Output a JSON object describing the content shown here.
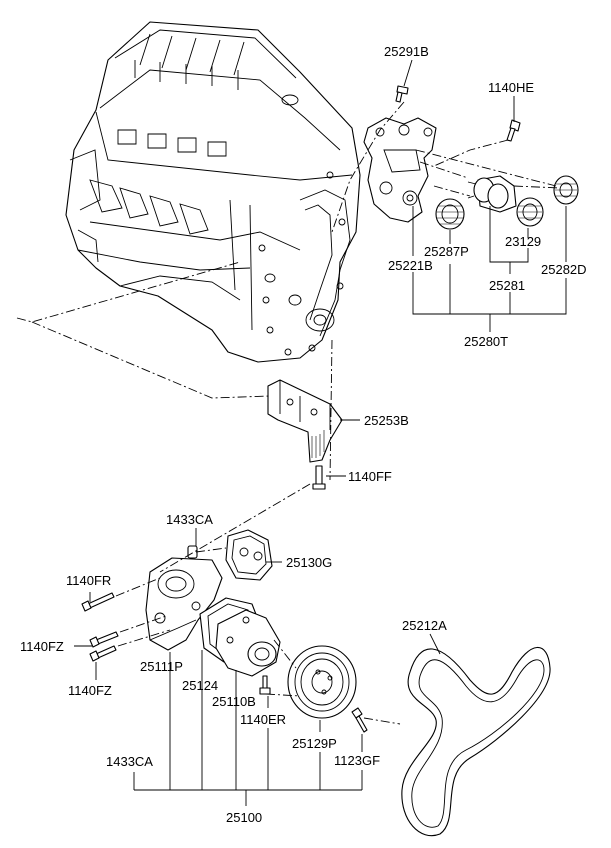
{
  "parts": {
    "p25291B": "25291B",
    "p1140HE": "1140HE",
    "p25287P": "25287P",
    "p23129": "23129",
    "p25221B": "25221B",
    "p25281": "25281",
    "p25282D": "25282D",
    "p25280T": "25280T",
    "p25253B": "25253B",
    "p1140FF": "1140FF",
    "p1433CA_top": "1433CA",
    "p25130G": "25130G",
    "p1140FR": "1140FR",
    "p1140FZ_a": "1140FZ",
    "p1140FZ_b": "1140FZ",
    "p25111P": "25111P",
    "p25124": "25124",
    "p25110B": "25110B",
    "p1140ER": "1140ER",
    "p25129P": "25129P",
    "p1123GF": "1123GF",
    "p1433CA_bottom": "1433CA",
    "p25100": "25100",
    "p25212A": "25212A"
  }
}
